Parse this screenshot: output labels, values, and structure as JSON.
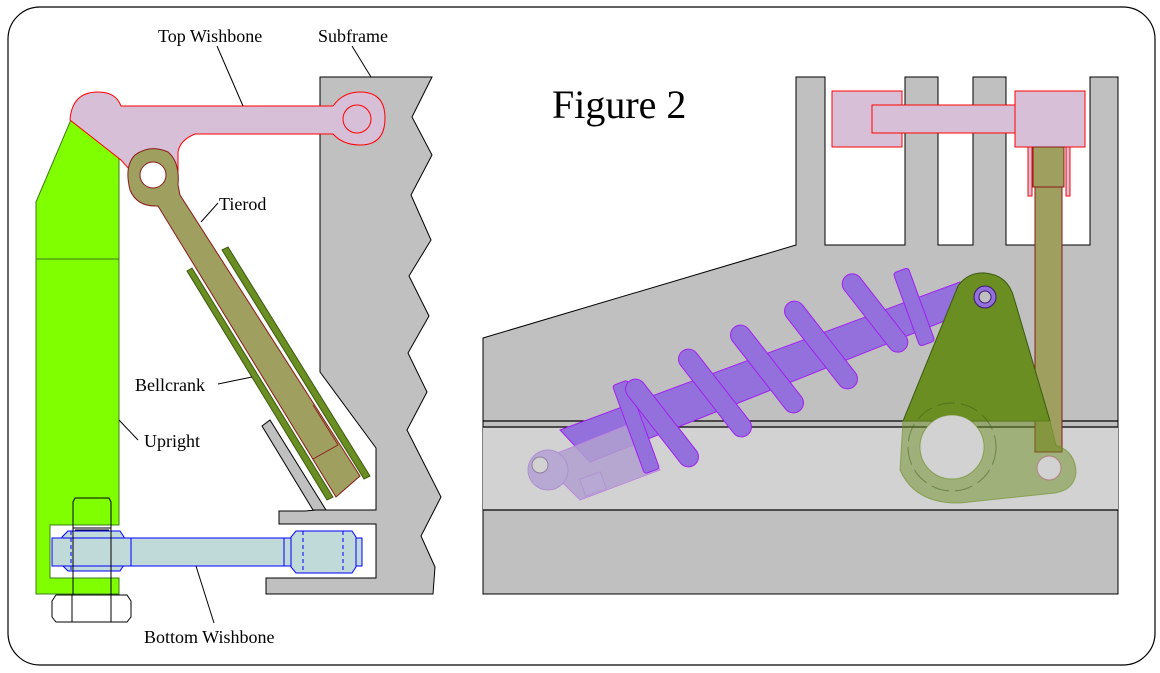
{
  "figure": {
    "title": "Figure 2",
    "description": "Suspension assembly drawing, front and side views"
  },
  "labels": {
    "top_wishbone": "Top Wishbone",
    "subframe": "Subframe",
    "tierod": "Tierod",
    "bellcrank": "Bellcrank",
    "upright": "Upright",
    "bottom_wishbone": "Bottom Wishbone"
  },
  "colors": {
    "subframe_fill": "#c0c0c0",
    "subframe_band": "#d2d2d2",
    "upright_fill": "#80ff00",
    "upright_stroke": "#3c7a1e",
    "wishbone_fill": "#d8bfd8",
    "wishbone_stroke": "#ff0000",
    "tierod_fill": "#9f9f5f",
    "tierod_stroke": "#8b1a1a",
    "bellcrank_fill": "#6b8e23",
    "bellcrank_stroke": "#3a5a10",
    "bottom_wishbone_fill": "#c0d9d9",
    "bottom_wishbone_stroke": "#0000ff",
    "shock_fill": "#9370db",
    "shock_stroke": "#a020f0",
    "outline": "#000000"
  }
}
